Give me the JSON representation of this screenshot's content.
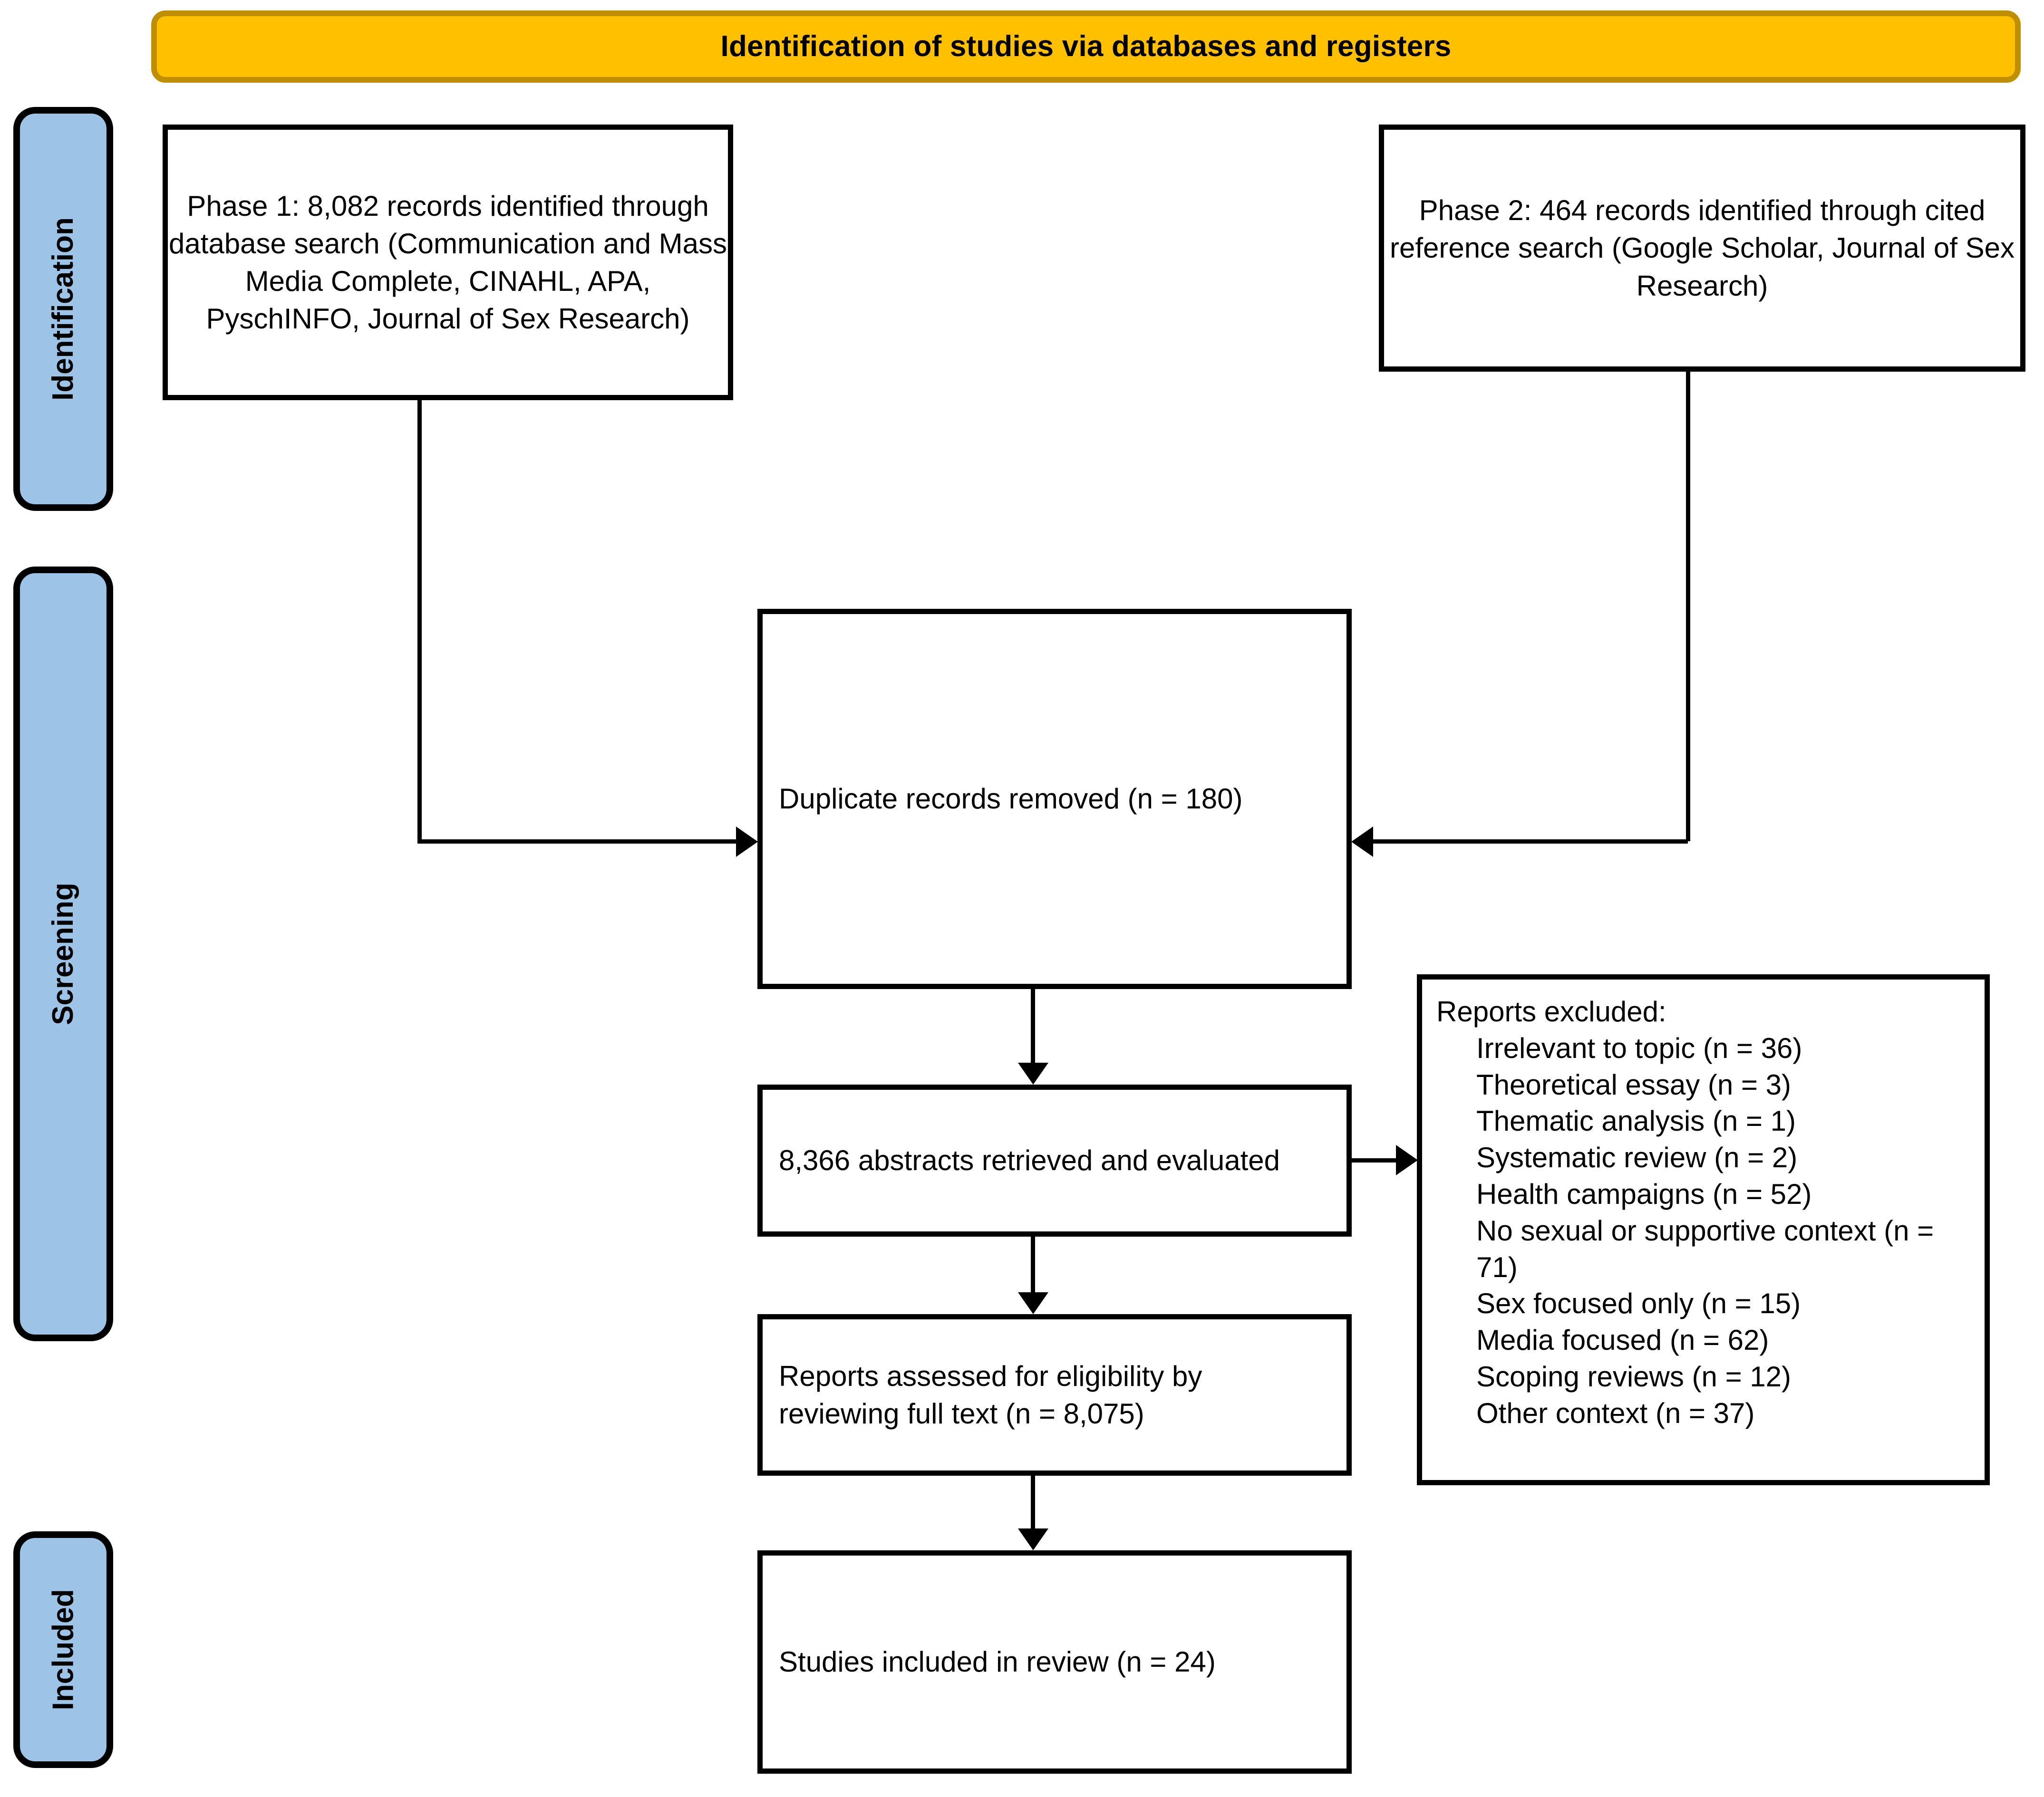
{
  "header": {
    "title": "Identification of studies via databases and registers",
    "fill_color": "#FFC000",
    "border_color": "#BF8F00"
  },
  "stages": [
    {
      "id": "identification",
      "label": "Identification"
    },
    {
      "id": "screening",
      "label": "Screening"
    },
    {
      "id": "included",
      "label": "Included"
    }
  ],
  "stage_color": "#9DC3E6",
  "boxes": {
    "phase1": "Phase 1: 8,082 records identified through database search (Communication and Mass Media Complete, CINAHL, APA, PyschINFO, Journal of Sex Research)",
    "phase2": "Phase 2: 464 records identified through cited reference search (Google Scholar, Journal of Sex Research)",
    "duplicate": "Duplicate records removed (n = 180)",
    "abstracts": "8,366 abstracts retrieved and evaluated",
    "eligibility": "Reports assessed for eligibility by reviewing full text (n = 8,075)",
    "included": "Studies included in review (n = 24)"
  },
  "excluded": {
    "title": "Reports excluded:",
    "items": [
      "Irrelevant to topic (n = 36)",
      "Theoretical essay (n = 3)",
      "Thematic analysis (n = 1)",
      "Systematic review (n = 2)",
      "Health campaigns (n = 52)",
      "No sexual or supportive context (n = 71)",
      "Sex focused only (n = 15)",
      "Media focused (n = 62)",
      "Scoping reviews (n = 12)",
      "Other context (n = 37)"
    ]
  }
}
